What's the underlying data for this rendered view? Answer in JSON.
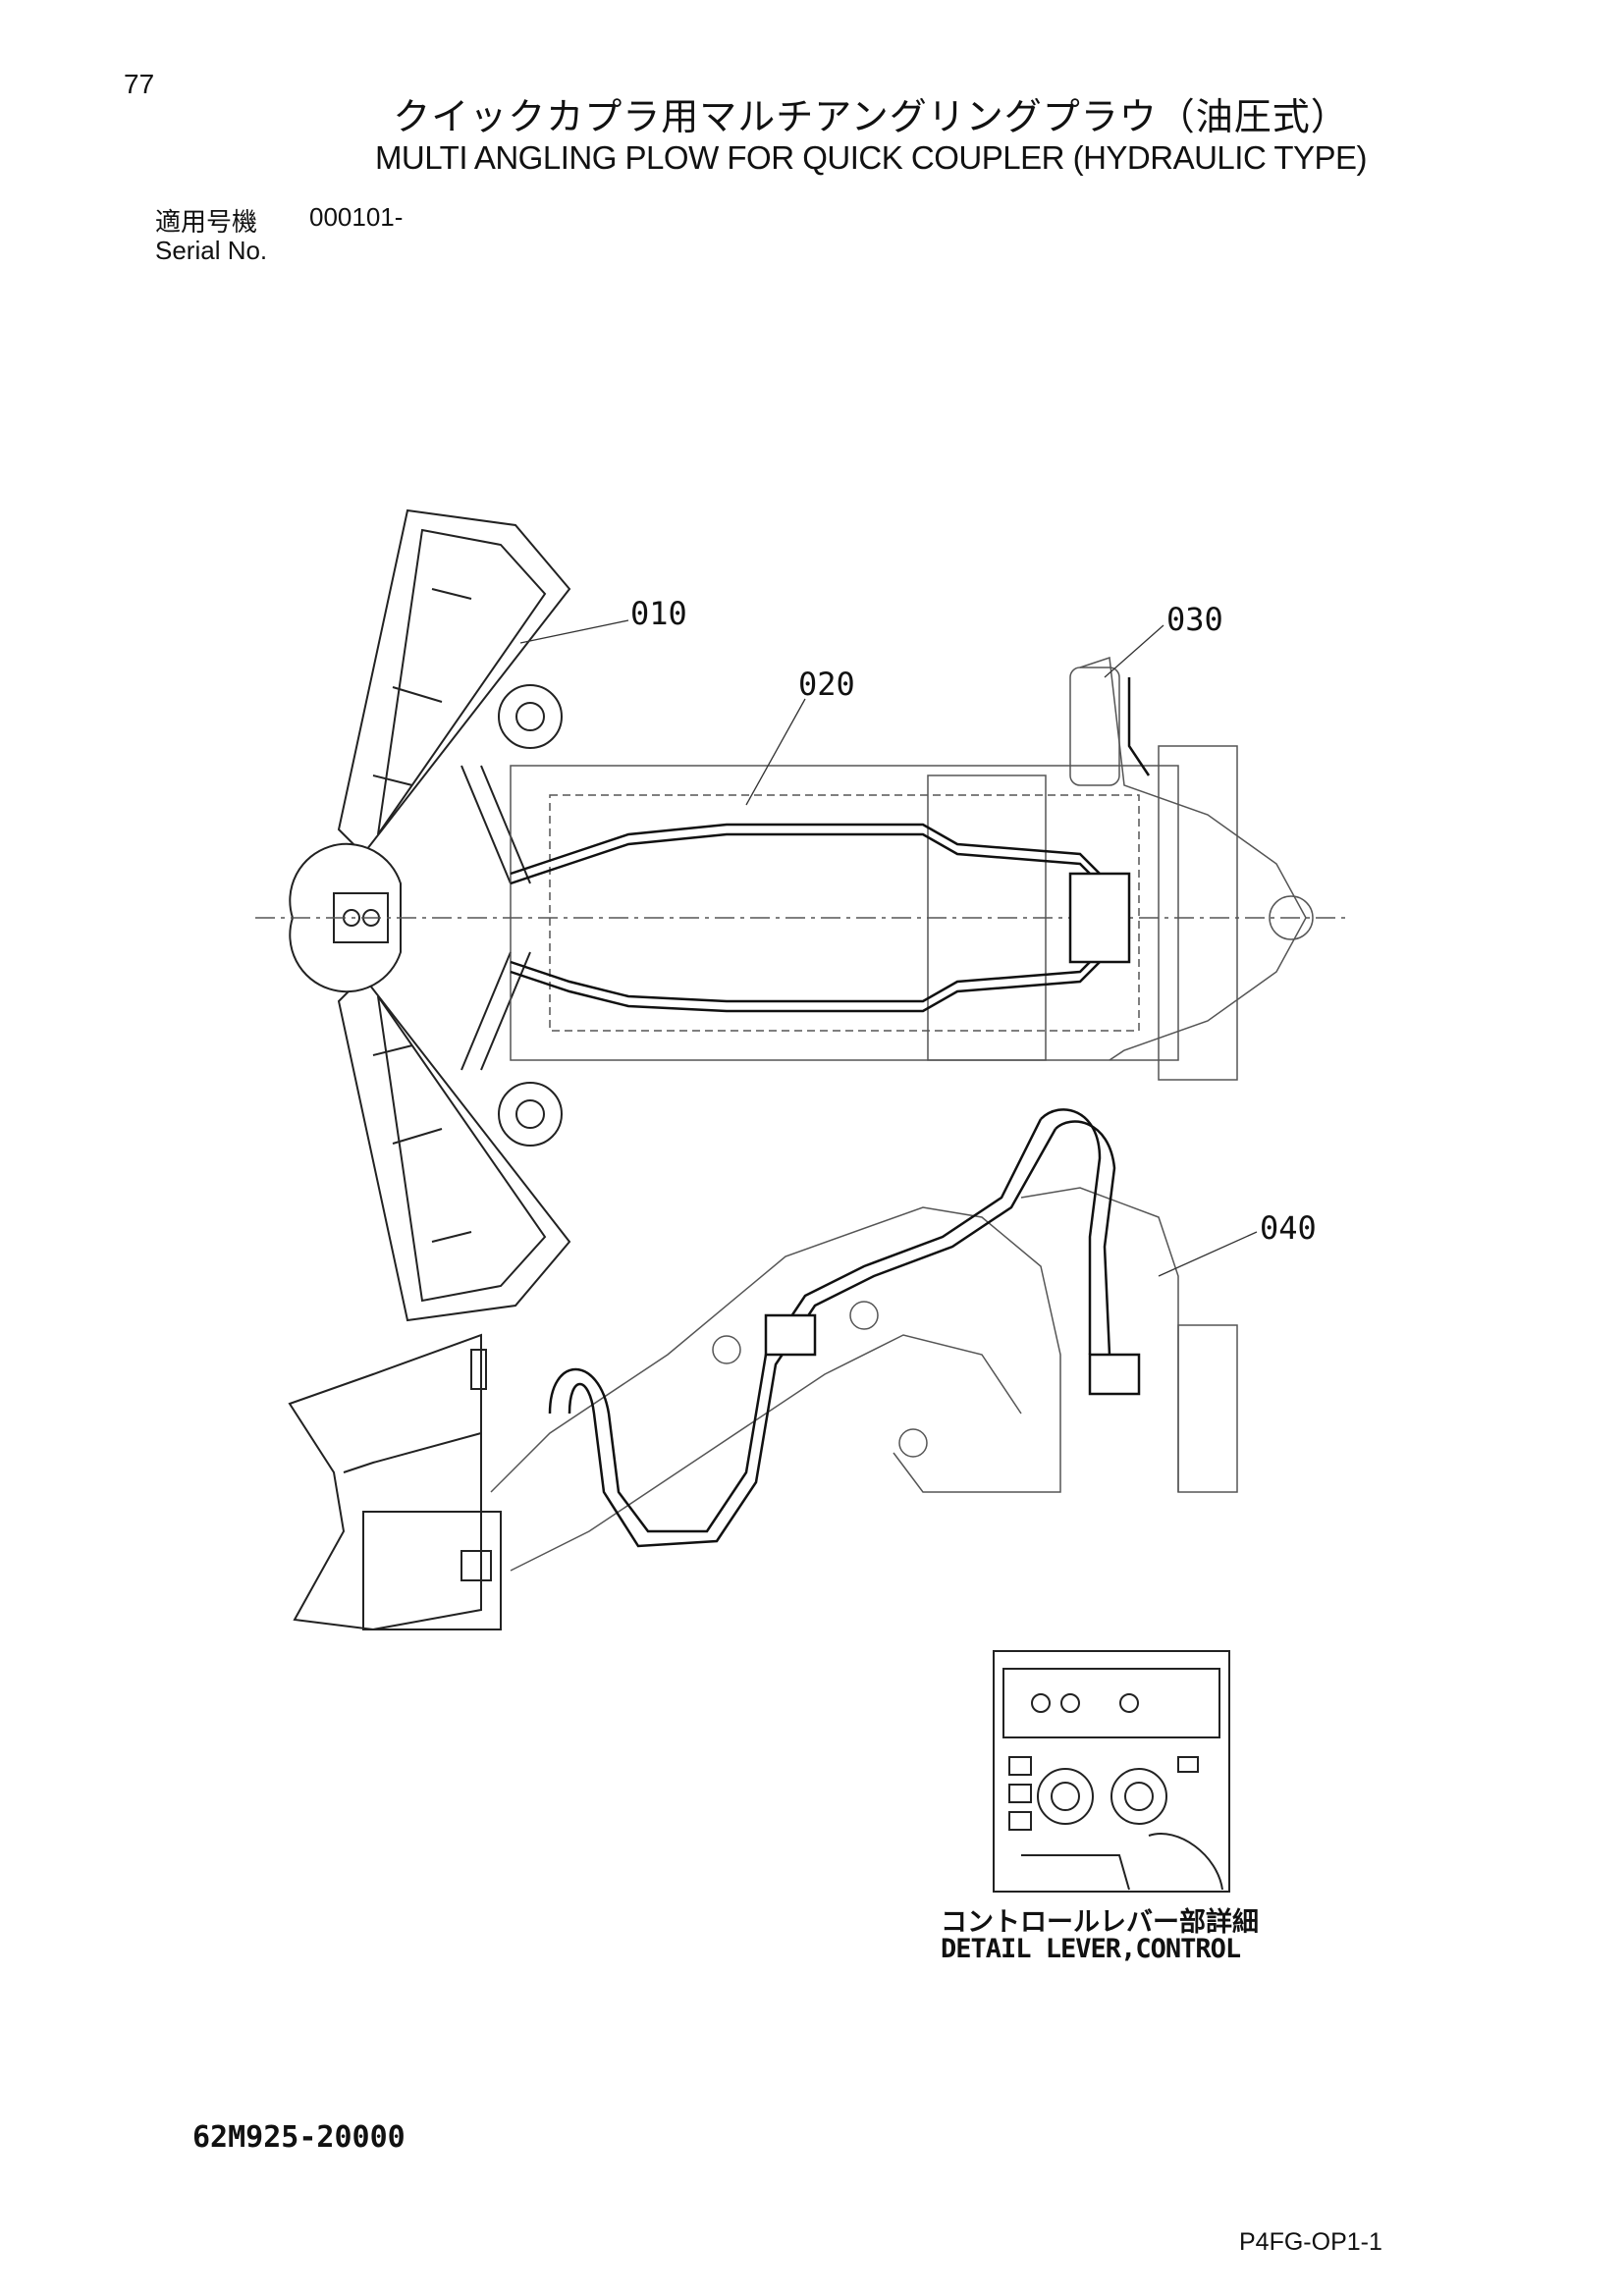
{
  "page": {
    "number": "77"
  },
  "title": {
    "japanese": "クイックカプラ用マルチアングリングプラウ（油圧式）",
    "english": "MULTI ANGLING PLOW FOR QUICK COUPLER (HYDRAULIC TYPE)"
  },
  "serial": {
    "label_jp": "適用号機",
    "label_en": "Serial No.",
    "value": "000101-"
  },
  "callouts": [
    "010",
    "020",
    "030",
    "040"
  ],
  "detail": {
    "caption_jp": "コントロールレバー部詳細",
    "caption_en": "DETAIL LEVER,CONTROL"
  },
  "drawing_number": "62M925-20000",
  "sheet_code": "P4FG-OP1-1"
}
